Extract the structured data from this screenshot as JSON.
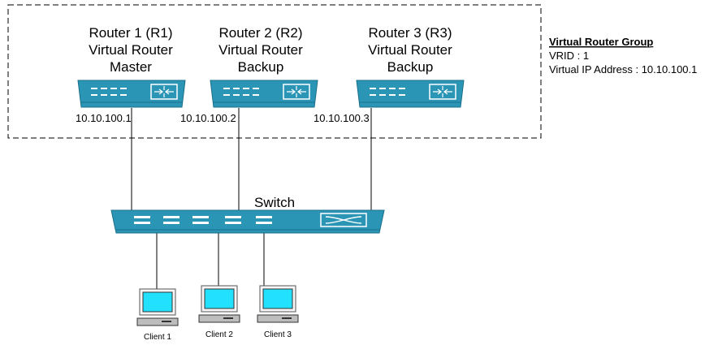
{
  "routers": [
    {
      "name": "Router 1 (R1)",
      "role_line1": "Virtual Router",
      "role_line2": "Master",
      "ip": "10.10.100.1"
    },
    {
      "name": "Router 2 (R2)",
      "role_line1": "Virtual Router",
      "role_line2": "Backup",
      "ip": "10.10.100.2"
    },
    {
      "name": "Router 3 (R3)",
      "role_line1": "Virtual Router",
      "role_line2": "Backup",
      "ip": "10.10.100.3"
    }
  ],
  "switch": {
    "label": "Switch"
  },
  "clients": [
    {
      "label": "Client 1"
    },
    {
      "label": "Client 2"
    },
    {
      "label": "Client 3"
    }
  ],
  "group": {
    "title": "Virtual Router Group",
    "vrid": "VRID : 1",
    "vip": "Virtual IP Address : 10.10.100.1"
  },
  "colors": {
    "device_fill": "#2b95b6",
    "device_dark": "#1a6f8a",
    "screen_fill": "#22e0ff",
    "line": "#000000"
  }
}
